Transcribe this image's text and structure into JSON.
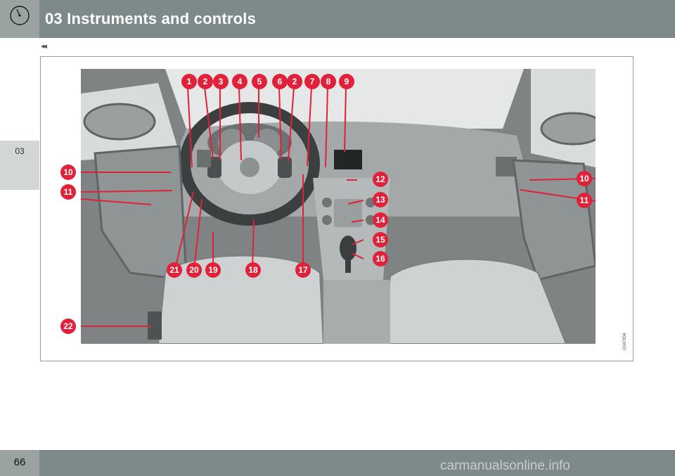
{
  "header": {
    "title": "03 Instruments and controls",
    "icon": "gauge-icon"
  },
  "sidebar": {
    "chapter": "03"
  },
  "nav": {
    "back": "◂◂"
  },
  "figure": {
    "code": "G047834",
    "callouts": [
      "1",
      "2",
      "3",
      "4",
      "5",
      "6",
      "2",
      "7",
      "8",
      "9",
      "10",
      "11",
      "12",
      "13",
      "14",
      "15",
      "16",
      "17",
      "18",
      "19",
      "20",
      "21",
      "10",
      "11",
      "22"
    ]
  },
  "footer": {
    "page_number": "66",
    "watermark": "carmanualsonline.info"
  }
}
